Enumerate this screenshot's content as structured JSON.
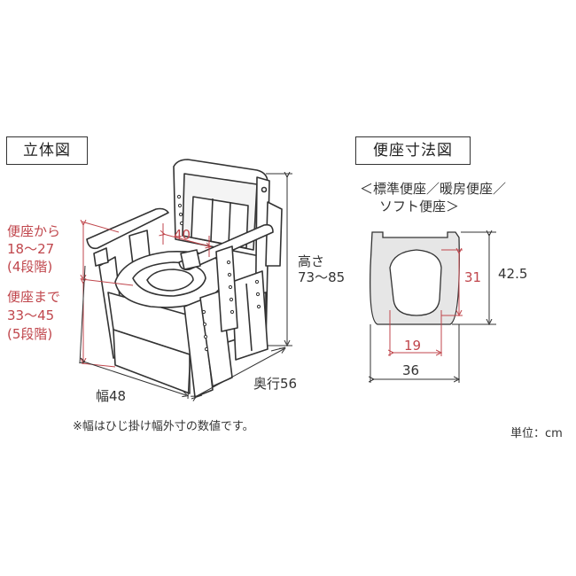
{
  "left_panel": {
    "title": "立体図",
    "seat_height_to_armrest": {
      "line1": "便座から",
      "line2": "18〜27",
      "line3": "(4段階)"
    },
    "seat_height_to_floor": {
      "line1": "便座まで",
      "line2": "33〜45",
      "line3": "(5段階)"
    },
    "armrest_gap": "40",
    "height": {
      "line1": "高さ",
      "line2": "73〜85"
    },
    "width": "幅48",
    "depth": "奥行56",
    "note": "※幅はひじ掛け幅外寸の数値です。"
  },
  "right_panel": {
    "title": "便座寸法図",
    "subtitle_line1": "＜標準便座／暖房便座／",
    "subtitle_line2": "ソフト便座＞",
    "depth_value": "42.5",
    "hole_length": "31",
    "hole_width": "19",
    "seat_width": "36"
  },
  "unit": "単位：cm",
  "colors": {
    "accent_red": "#c0464c",
    "line": "#333333",
    "seat_fill": "#e6e6e6"
  }
}
